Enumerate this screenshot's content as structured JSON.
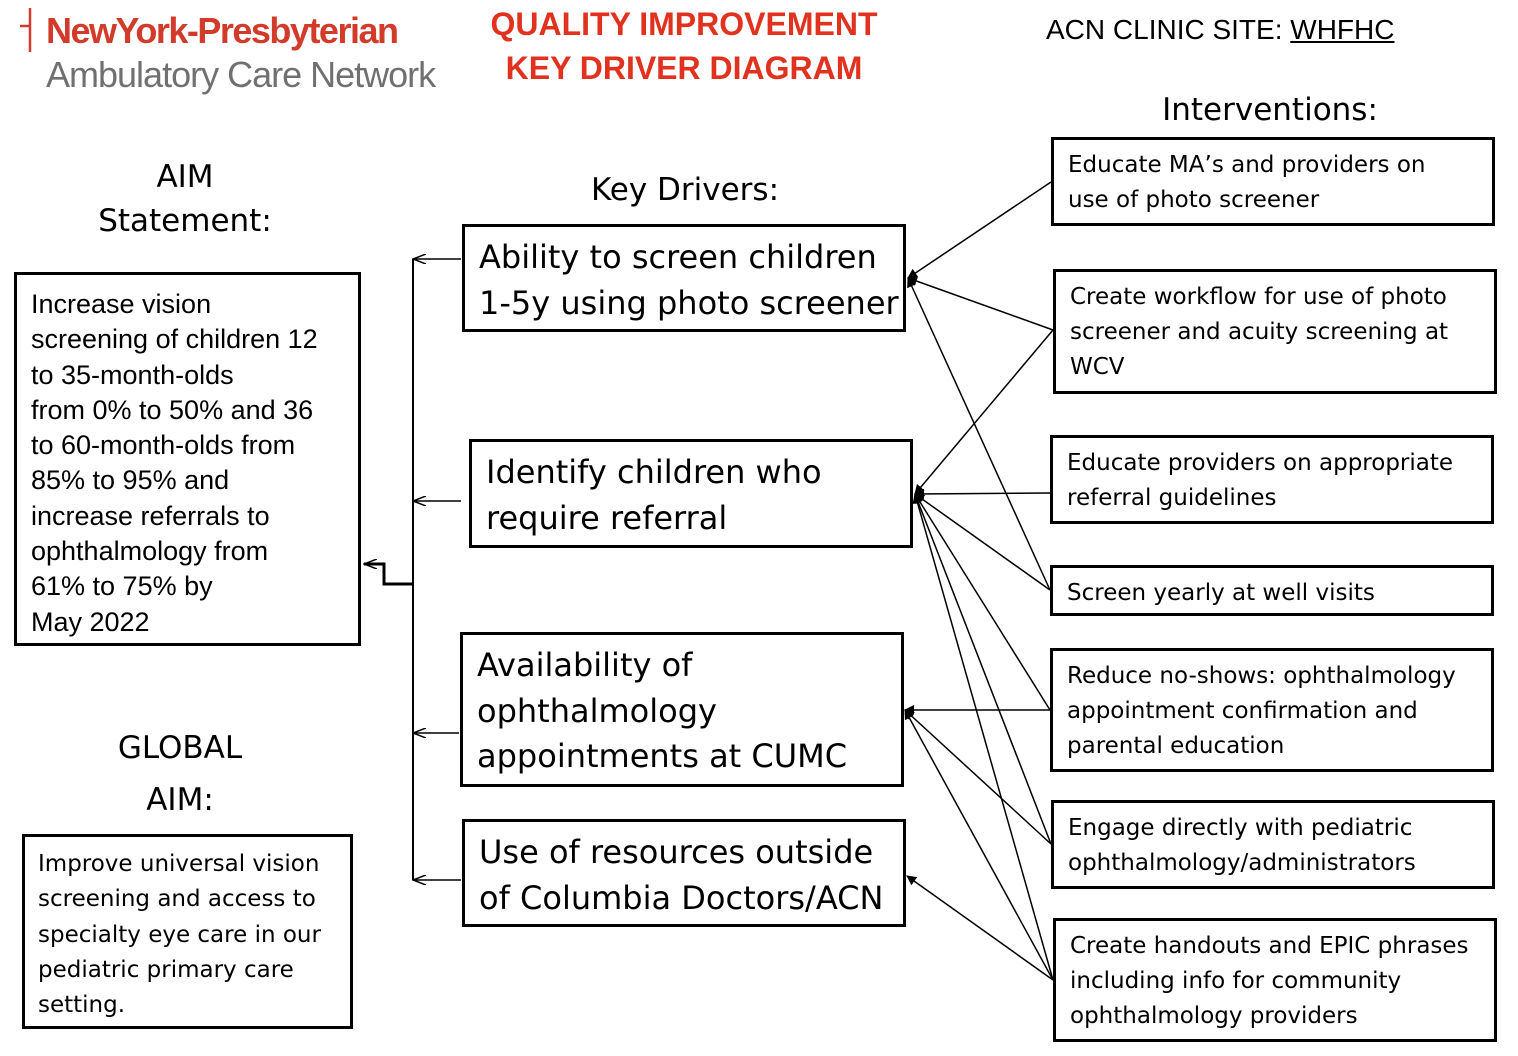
{
  "header": {
    "logo_line1": "NewYork-Presbyterian",
    "logo_line2": "Ambulatory Care Network",
    "title_line1": "QUALITY IMPROVEMENT",
    "title_line2": "KEY DRIVER DIAGRAM",
    "site_label": "ACN CLINIC SITE: ",
    "site_value": "WHFHC"
  },
  "aim": {
    "heading_line1": "AIM",
    "heading_line2": "Statement:",
    "lines": [
      "Increase vision",
      "screening of children 12",
      "to 35-month-olds",
      "from 0% to 50% and 36",
      "to 60-month-olds from",
      "85% to 95% and",
      "increase referrals to",
      "ophthalmology from",
      "61% to 75% by",
      "May 2022"
    ]
  },
  "global_aim": {
    "heading_line1": "GLOBAL",
    "heading_line2": "AIM:",
    "lines": [
      "Improve universal vision",
      "screening and access to",
      "specialty eye care in our",
      "pediatric primary care",
      "setting."
    ]
  },
  "key_drivers": {
    "heading": "Key Drivers:",
    "items": [
      {
        "lines": [
          "Ability to screen children",
          "1-5y using photo screener"
        ]
      },
      {
        "lines": [
          "Identify children who",
          "require referral"
        ]
      },
      {
        "lines": [
          "Availability of",
          "ophthalmology",
          "appointments at CUMC"
        ]
      },
      {
        "lines": [
          "Use of resources outside",
          "of Columbia Doctors/ACN"
        ]
      }
    ]
  },
  "interventions": {
    "heading": "Interventions:",
    "items": [
      {
        "lines": [
          "Educate MA’s and providers on",
          "use of photo screener"
        ]
      },
      {
        "lines": [
          "Create workflow for use of photo",
          "screener and acuity screening at",
          "WCV"
        ]
      },
      {
        "lines": [
          "Educate providers on appropriate",
          "referral guidelines"
        ]
      },
      {
        "lines": [
          "Screen yearly at well visits"
        ]
      },
      {
        "lines": [
          "Reduce no-shows: ophthalmology",
          "appointment confirmation and",
          "parental education"
        ]
      },
      {
        "lines": [
          "Engage directly with pediatric",
          "ophthalmology/administrators"
        ]
      },
      {
        "lines": [
          "Create handouts and EPIC phrases",
          "including info for community",
          "ophthalmology providers"
        ]
      }
    ]
  }
}
